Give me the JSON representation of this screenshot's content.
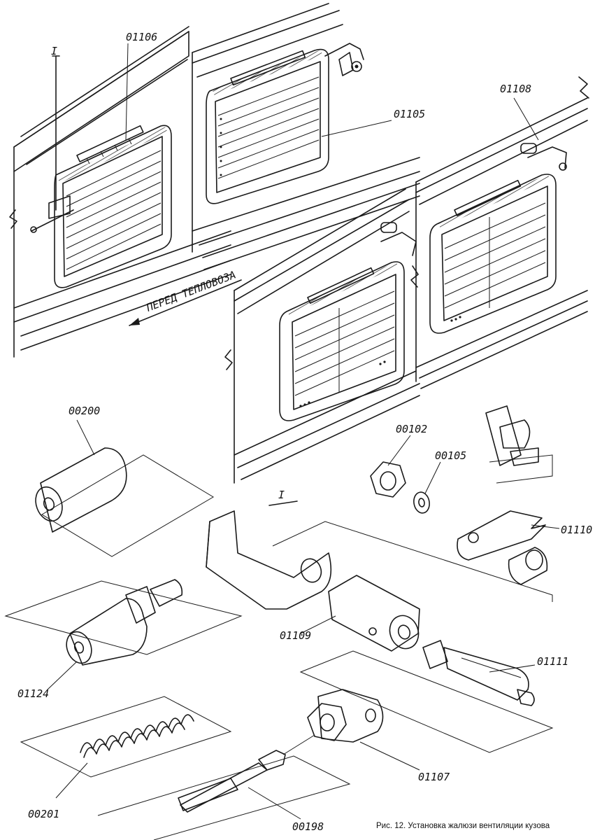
{
  "labels": {
    "section_mark": "I",
    "detail_mark": "I",
    "direction": "ПЕРЕД ТЕПЛОВОЗА",
    "p01106": "01106",
    "p01105": "01105",
    "p01108": "01108",
    "p00200": "00200",
    "p00102": "00102",
    "p00105": "00105",
    "p01110": "01110",
    "p01109": "01109",
    "p01124": "01124",
    "p01111": "01111",
    "p00201": "00201",
    "p01107": "01107",
    "p00198": "00198"
  },
  "caption": "Рис. 12. Установка жалюзи вентиляции кузова"
}
